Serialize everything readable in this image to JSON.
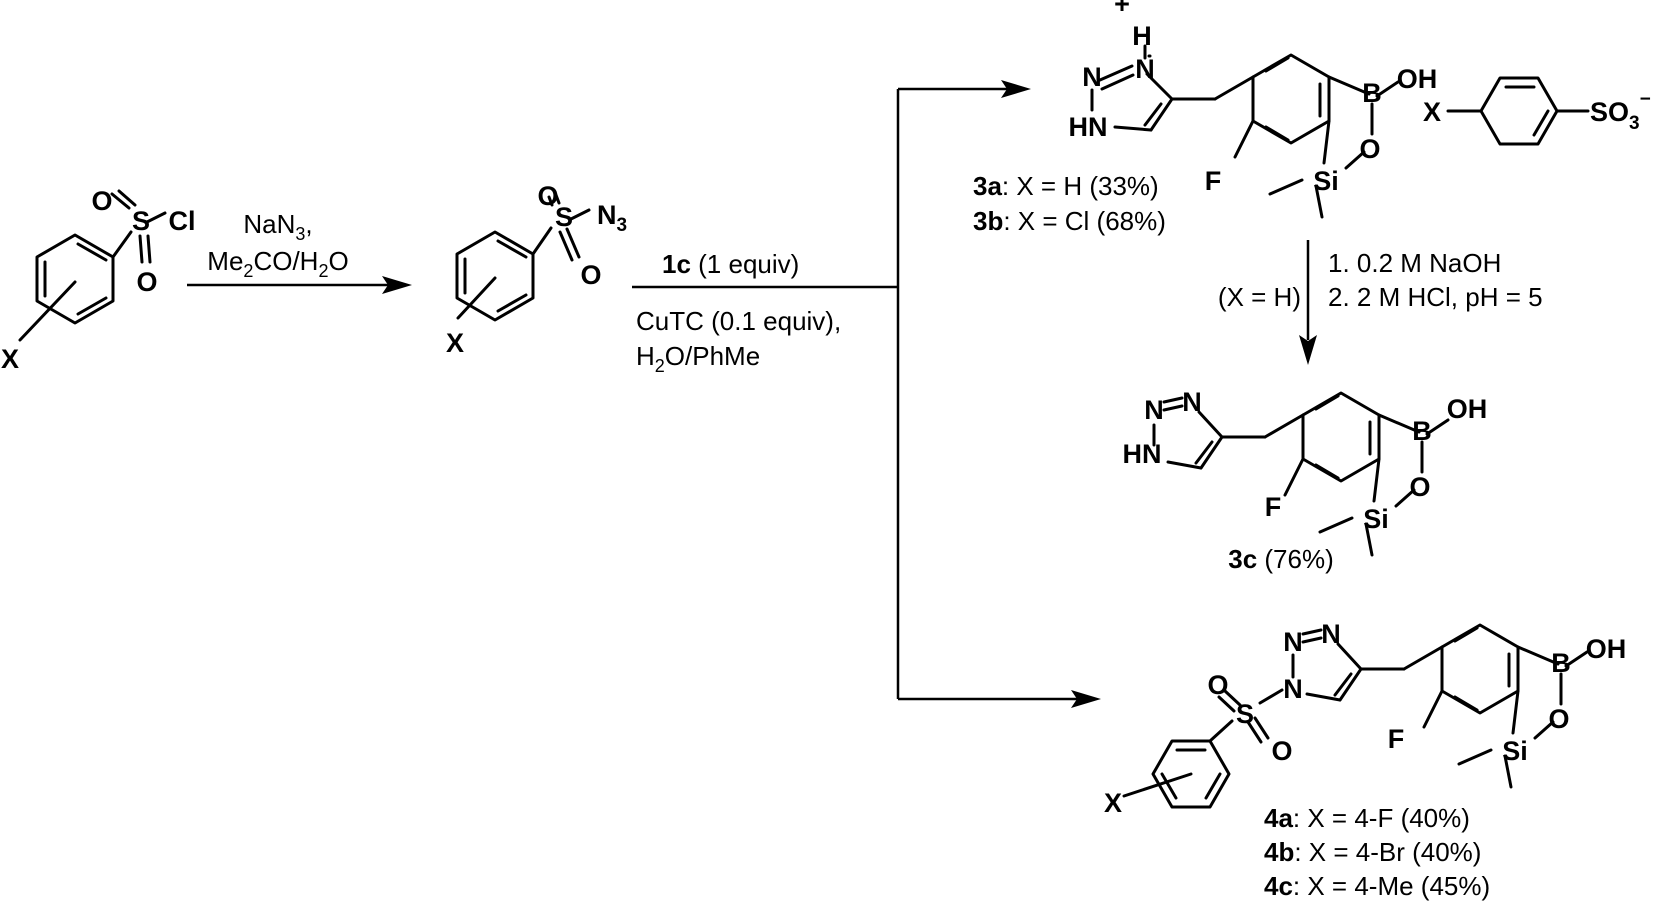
{
  "scheme": {
    "reagent_step1": {
      "line1": "NaN3,",
      "line2": "Me2CO/H2O"
    },
    "reagent_step2": {
      "above_bold": "1c",
      "above_rest": " (1 equiv)",
      "below_line1": "CuTC (0.1 equiv),",
      "below_line2": "H2O/PhMe"
    },
    "reagent_step3": {
      "side": "(X = H)",
      "line1": "1. 0.2 M NaOH",
      "line2": "2. 2 M HCl, pH = 5"
    },
    "atoms": {
      "S": "S",
      "O": "O",
      "Cl": "Cl",
      "X": "X",
      "N": "N",
      "N3": "N",
      "N3_sub": "3",
      "H": "H",
      "HN": "HN",
      "plus": "+",
      "B": "B",
      "OH": "OH",
      "Si": "Si",
      "F": "F",
      "SO3": "SO",
      "SO3_sub": "3",
      "SO3_charge": "−"
    },
    "products": {
      "3a": {
        "id": "3a",
        "text": ": X = H (33%)"
      },
      "3b": {
        "id": "3b",
        "text": ": X = Cl (68%)"
      },
      "3c": {
        "id": "3c",
        "text": " (76%)"
      },
      "4a": {
        "id": "4a",
        "text": ": X = 4-F (40%)"
      },
      "4b": {
        "id": "4b",
        "text": ": X = 4-Br (40%)"
      },
      "4c": {
        "id": "4c",
        "text": ": X = 4-Me (45%)"
      }
    }
  }
}
